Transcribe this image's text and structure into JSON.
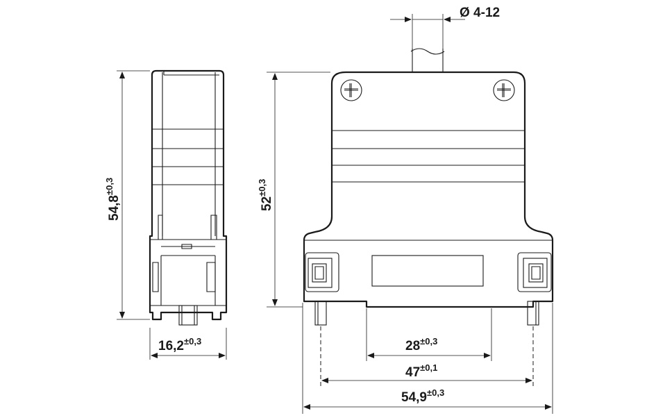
{
  "dimensions": {
    "cable_diameter": "Ø 4-12",
    "side_height_main": "54,8",
    "side_height_tol": "±0,3",
    "side_width_main": "16,2",
    "side_width_tol": "±0,3",
    "front_height_main": "52",
    "front_height_tol": "±0,3",
    "window_width_main": "28",
    "window_width_tol": "±0,3",
    "screw_pitch_main": "47",
    "screw_pitch_tol": "±0,1",
    "overall_width_main": "54,9",
    "overall_width_tol": "±0,3"
  }
}
